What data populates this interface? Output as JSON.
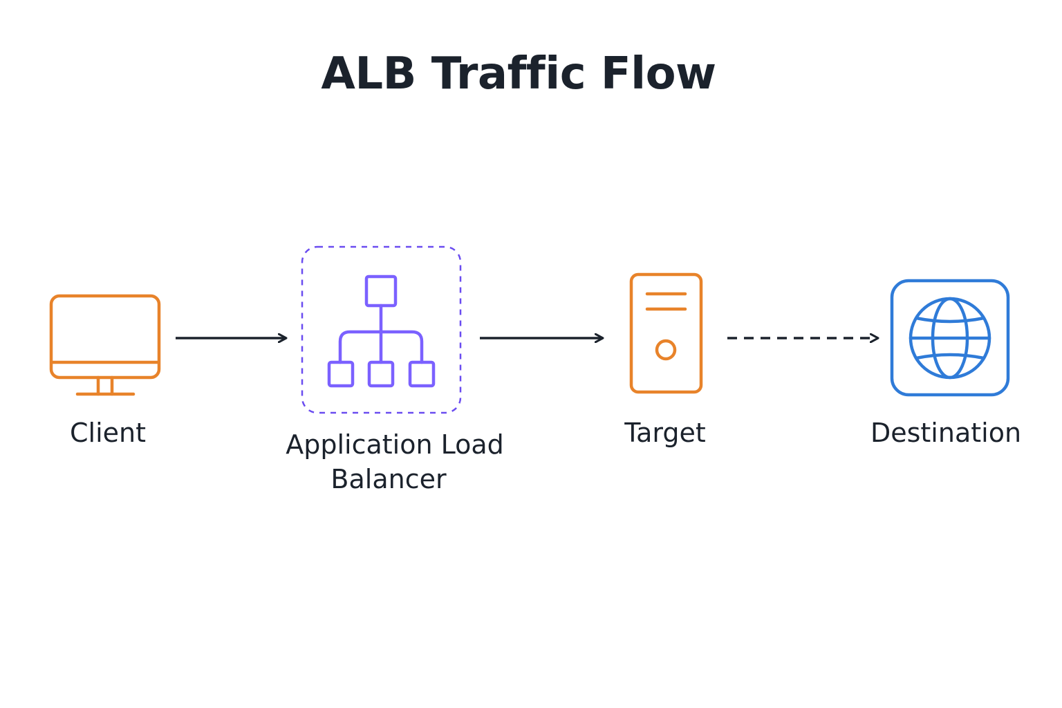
{
  "title": "ALB Traffic Flow",
  "nodes": {
    "client": {
      "label": "Client",
      "icon": "monitor-icon",
      "color": "#e8832a"
    },
    "alb": {
      "label_line1": "Application Load",
      "label_line2": "Balancer",
      "icon": "hierarchy-icon",
      "color": "#7b61ff"
    },
    "target": {
      "label": "Target",
      "icon": "server-icon",
      "color": "#e8832a"
    },
    "destination": {
      "label": "Destination",
      "icon": "globe-icon",
      "color": "#2f7bd8"
    }
  },
  "edges": [
    {
      "from": "client",
      "to": "alb",
      "style": "solid"
    },
    {
      "from": "alb",
      "to": "target",
      "style": "solid"
    },
    {
      "from": "target",
      "to": "destination",
      "style": "dashed"
    }
  ]
}
